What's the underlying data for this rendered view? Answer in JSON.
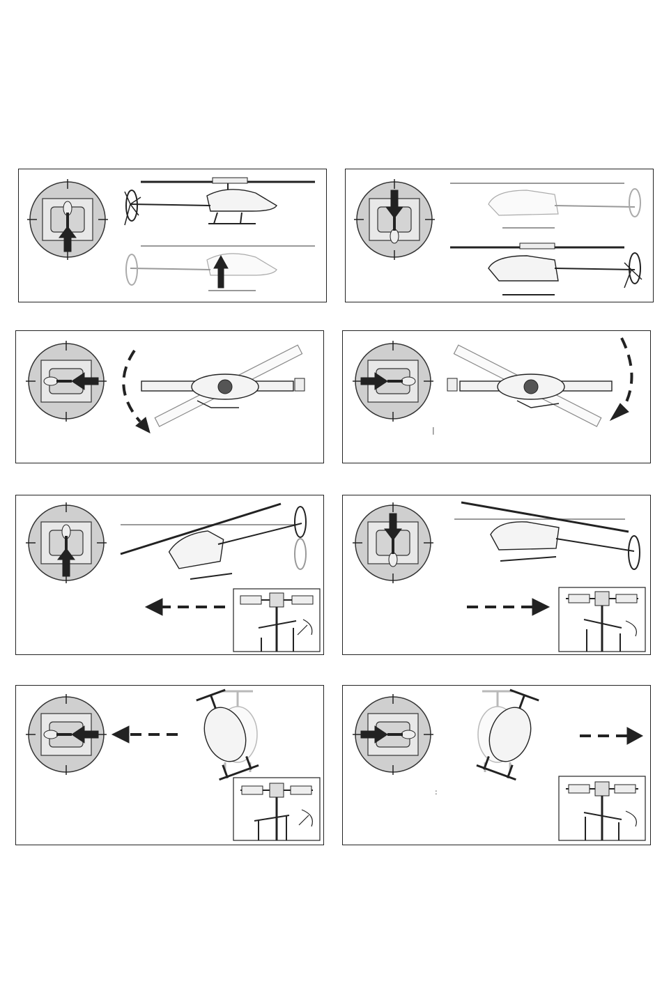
{
  "page": {
    "background": "#ffffff",
    "line_color": "#222222"
  },
  "panels": [
    {
      "id": "throttle-up",
      "stick_direction": "up",
      "motion": "climb",
      "icon": "transmitter-stick-icon"
    },
    {
      "id": "throttle-down",
      "stick_direction": "down",
      "motion": "descend",
      "icon": "transmitter-stick-icon"
    },
    {
      "id": "rudder-left",
      "stick_direction": "left",
      "motion": "yaw-counterclockwise",
      "icon": "transmitter-stick-icon"
    },
    {
      "id": "rudder-right",
      "stick_direction": "right",
      "motion": "yaw-clockwise",
      "icon": "transmitter-stick-icon"
    },
    {
      "id": "elevator-up",
      "stick_direction": "up",
      "motion": "fly-forward",
      "icon": "transmitter-stick-icon",
      "inset": "swashplate-tilt-icon"
    },
    {
      "id": "elevator-down",
      "stick_direction": "down",
      "motion": "fly-backward",
      "icon": "transmitter-stick-icon",
      "inset": "swashplate-tilt-icon"
    },
    {
      "id": "aileron-left",
      "stick_direction": "left",
      "motion": "roll-left",
      "icon": "transmitter-stick-icon",
      "inset": "swashplate-tilt-icon"
    },
    {
      "id": "aileron-right",
      "stick_direction": "right",
      "motion": "roll-right",
      "icon": "transmitter-stick-icon",
      "inset": "swashplate-tilt-icon"
    }
  ],
  "marks": {
    "small_tick": "|",
    "colon_mark": ":"
  }
}
